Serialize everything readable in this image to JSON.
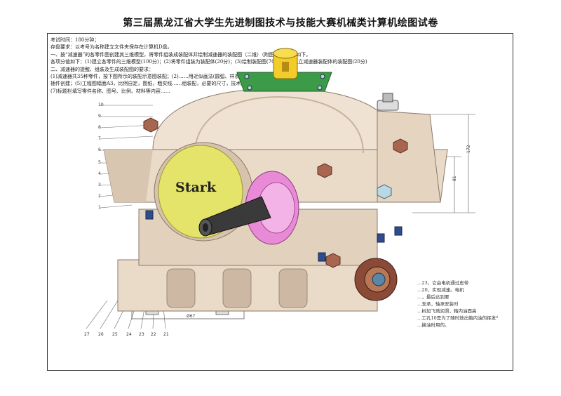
{
  "title": "第三届黑龙江省大学生先进制图技术与技能大赛机械类计算机绘图试卷",
  "instructions": [
    "考试时间：180分钟；",
    "存盘要求：以考号为名称建立文件夹保存在计算机D盘。",
    "一、按“减速器”的各零件图创建其三维模型，将零件组装成装配体并绘制减速器的装配图（二维）（附图一），要求如下。",
    "各项分值如下：(1)建立各零件的三维模型(100分)；(2)将零件组装为装配体(20分)；(3)绘制装配图(70分)；(4)建立减速器装配体的装配图(20分)",
    "二、减速器的提醒、组装及生成装配图的要求：",
    "(1)减速器共35种零件，按下图所示的装配示意图装配；(2)……用近似画法(圆弧、样条曲线等)；(4)标准件不允许用工具库",
    "插件创建；(5)工程图幅面A3，比例自定，图纸，粗实线……组装配，必要的尺寸，技术要求，工作原理，标题栏和明细栏；",
    "(7)标题栏填写零件名称、图号、比例、材料等内容……"
  ],
  "right_notes": [
    "…23，它由电机通过皮带",
    "…20，实现减速。电机",
    "…，最后达到要",
    "…支承，轴承安装时",
    "…树加飞溅润滑，箱内油面高",
    "…工孔10是为了随时放出箱内油的挥发气",
    "…换油时用的。"
  ],
  "logo_text": "Stark",
  "part_numbers": [
    "10",
    "9",
    "8",
    "7",
    "6",
    "5",
    "4",
    "3",
    "2",
    "1",
    "27",
    "26",
    "25",
    "24",
    "23",
    "22",
    "21"
  ],
  "dims": {
    "d1": "172",
    "d2": "81",
    "d3": "Ø67"
  },
  "colors": {
    "housing": "#eadbc9",
    "housing_shadow": "#cdb9a3",
    "emblem": "#e4e36a",
    "flange": "#e98ad6",
    "shaft": "#3a3a3a",
    "cover": "#3c9b49",
    "knob": "#f2cc2a",
    "bolt": "#a86650",
    "nut_blue": "#2f4c8e",
    "bearing_cap": "#8a4a36"
  }
}
